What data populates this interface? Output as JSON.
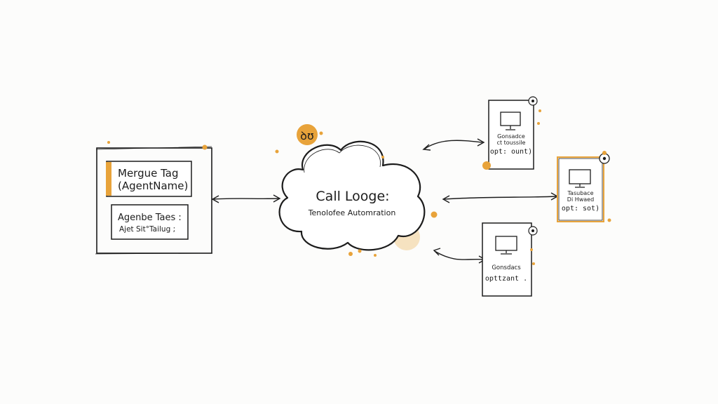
{
  "colors": {
    "ink": "#1c1c1c",
    "accent": "#e8a33a",
    "accent_dark": "#d88d1c",
    "accent_light": "#f3d7a6",
    "paper": "#fcfcfb"
  },
  "left_panel": {
    "tag_title_line1": "Mergue Tag",
    "tag_title_line2": "(AgentName)",
    "tags_line1": "Agenbe Taes :",
    "tags_line2": "Ajet Sit°Tailug ;"
  },
  "cloud": {
    "badge_icon": "hand-drawn-glyph-icon",
    "badge_text": "ꝺʊ",
    "title": "Call Looge:",
    "subtitle": "Tenolofee Automration"
  },
  "devices": [
    {
      "id": "top",
      "icon": "monitor-icon",
      "line1": "Gonsadce",
      "line2": "ct toussile",
      "line3": "opt: ount)"
    },
    {
      "id": "middle",
      "icon": "monitor-icon",
      "line1": "Tasubace",
      "line2": "Di Hwaed",
      "line3": "opt: sot)"
    },
    {
      "id": "bottom",
      "icon": "monitor-icon",
      "line1": "Gonsdacs",
      "line2": "opttzant .",
      "line3": ""
    }
  ]
}
